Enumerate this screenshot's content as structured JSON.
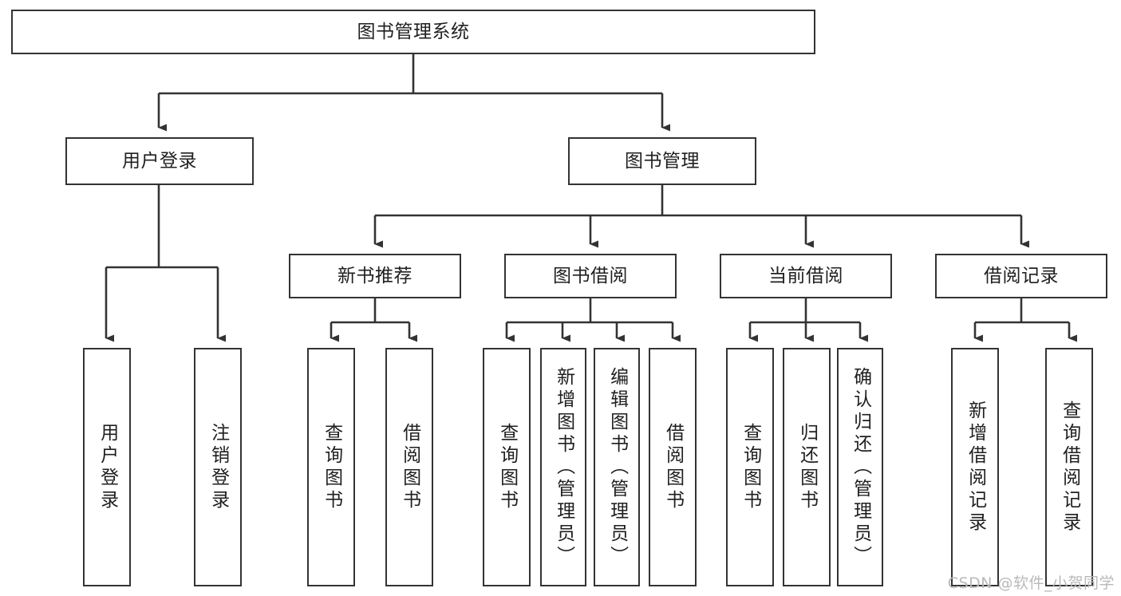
{
  "diagram": {
    "type": "tree-hierarchy-flowchart",
    "title": "图书管理系统",
    "colors": {
      "background": "#ffffff",
      "box_border": "#333335",
      "box_fill": "#ffffff",
      "connector": "#333335",
      "text": "#1f1f1f",
      "watermark": "#b9b9b9"
    },
    "levels": {
      "level1": [
        {
          "id": "root",
          "label": "图书管理系统",
          "orientation": "horizontal"
        }
      ],
      "level2": [
        {
          "id": "user-login",
          "label": "用户登录",
          "orientation": "horizontal"
        },
        {
          "id": "book-management",
          "label": "图书管理",
          "orientation": "horizontal"
        }
      ],
      "level3": [
        {
          "id": "new-book-recommend",
          "label": "新书推荐",
          "orientation": "horizontal"
        },
        {
          "id": "book-borrow",
          "label": "图书借阅",
          "orientation": "horizontal"
        },
        {
          "id": "current-borrow",
          "label": "当前借阅",
          "orientation": "horizontal"
        },
        {
          "id": "borrow-record",
          "label": "借阅记录",
          "orientation": "horizontal"
        }
      ],
      "level4": [
        {
          "id": "leaf-user-login",
          "label": "用户登录",
          "parent": "user-login",
          "orientation": "vertical"
        },
        {
          "id": "leaf-user-logout",
          "label": "注销登录",
          "parent": "user-login",
          "orientation": "vertical"
        },
        {
          "id": "leaf-query-book-1",
          "label": "查询图书",
          "parent": "new-book-recommend",
          "orientation": "vertical"
        },
        {
          "id": "leaf-borrow-book-1",
          "label": "借阅图书",
          "parent": "new-book-recommend",
          "orientation": "vertical"
        },
        {
          "id": "leaf-query-book-2",
          "label": "查询图书",
          "parent": "book-borrow",
          "orientation": "vertical"
        },
        {
          "id": "leaf-add-book",
          "label": "新增图书（管理员）",
          "parent": "book-borrow",
          "orientation": "vertical"
        },
        {
          "id": "leaf-edit-book",
          "label": "编辑图书（管理员）",
          "parent": "book-borrow",
          "orientation": "vertical"
        },
        {
          "id": "leaf-borrow-book-2",
          "label": "借阅图书",
          "parent": "book-borrow",
          "orientation": "vertical"
        },
        {
          "id": "leaf-query-book-3",
          "label": "查询图书",
          "parent": "current-borrow",
          "orientation": "vertical"
        },
        {
          "id": "leaf-return-book",
          "label": "归还图书",
          "parent": "current-borrow",
          "orientation": "vertical"
        },
        {
          "id": "leaf-confirm-return",
          "label": "确认归还（管理员）",
          "parent": "current-borrow",
          "orientation": "vertical"
        },
        {
          "id": "leaf-add-record",
          "label": "新增借阅记录",
          "parent": "borrow-record",
          "orientation": "vertical"
        },
        {
          "id": "leaf-query-record",
          "label": "查询借阅记录",
          "parent": "borrow-record",
          "orientation": "vertical"
        }
      ]
    },
    "watermark": "CSDN @软件_小贺同学"
  }
}
